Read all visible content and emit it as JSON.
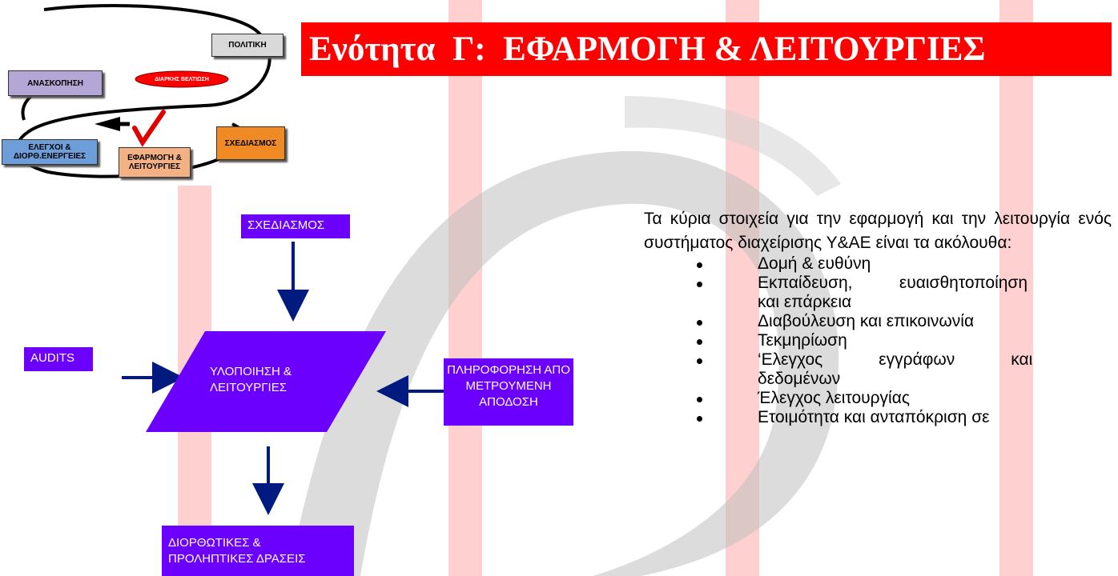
{
  "cycle_thumbnail": {
    "politiki": "ΠΟΛΙΤΙΚΗ",
    "anaskopisi": "ΑΝΑΣΚΟΠΗΣΗ",
    "diarkis_veltiosi": "ΔΙΑΡΚΗΣ ΒΕΛΤΙΩΣΗ",
    "schediasmos": "ΣΧΕΔΙΑΣΜΟΣ",
    "elegxoi_line1": "ΕΛΕΓΧΟΙ &",
    "elegxoi_line2": "ΔΙΟΡΘ.ΕΝΕΡΓΕΙΕΣ",
    "efarmogi_line1": "ΕΦΑΡΜΟΓΗ &",
    "efarmogi_line2": "ΛΕΙΤΟΥΡΓΙΕΣ",
    "colors": {
      "politiki": "#d9d9d9",
      "anaskopisi": "#b4a7d6",
      "schediasmos": "#f08a24",
      "elegxoi": "#6d9ed9",
      "efarmogi": "#f4b183",
      "veltiosi": "#ff0000"
    }
  },
  "title": "Ενότητα  Γ:  ΕΦΑΡΜΟΓΗ & ΛΕΙΤΟΥΡΓΙΕΣ",
  "flow": {
    "schediasmos": "ΣΧΕΔΙΑΣΜΟΣ",
    "audits": "AUDITS",
    "ylopoiisi_line1": "ΥΛΟΠΟΙΗΣΗ &",
    "ylopoiisi_line2": "ΛΕΙΤΟΥΡΓΙΕΣ",
    "pliroforisi_line1": "ΠΛΗΡΟΦΟΡΗΣΗ ΑΠΟ",
    "pliroforisi_line2": "ΜΕΤΡΟΥΜΕΝΗ",
    "pliroforisi_line3": "ΑΠΟΔΟΣΗ",
    "diorthotikes_line1": "ΔΙΟΡΘΩΤΙΚΕΣ &",
    "diorthotikes_line2": "ΠΡΟΛΗΠΤΙΚΕΣ ΔΡΑΣΕΙΣ",
    "box_color": "#6b00ff",
    "arrow_color": "#001a80"
  },
  "body": {
    "intro": "Τα κύρια στοιχεία για την εφαρμογή και την λειτουργία ενός συστήματος διαχείρισης Υ&ΑΕ είναι τα ακόλουθα:",
    "bullets": [
      "Δομή & ευθύνη",
      "Εκπαίδευση,          ευαισθητοποίηση",
      "και επάρκεια",
      "Διαβούλευση και επικοινωνία",
      "Τεκμηρίωση",
      "‘Ελεγχος            εγγράφων            και",
      "δεδομένων",
      "Έλεγχος λειτουργίας",
      "Ετοιμότητα και ανταπόκριση σε"
    ]
  },
  "accent_red": "#ff0000"
}
